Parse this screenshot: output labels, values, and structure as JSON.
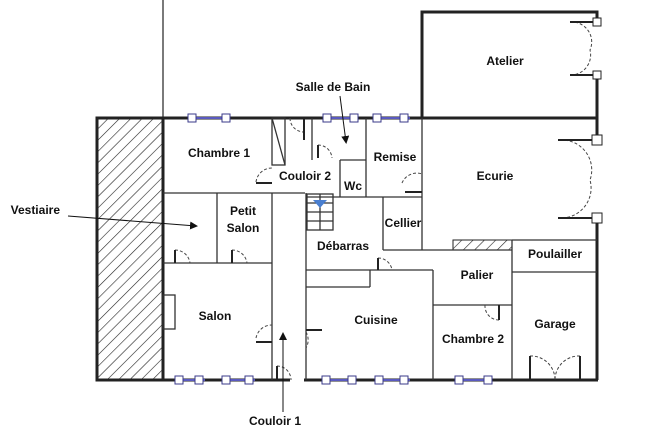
{
  "plan": {
    "rooms": {
      "atelier": "Atelier",
      "salle_de_bain": "Salle de Bain",
      "chambre1": "Chambre 1",
      "remise": "Remise",
      "couloir2": "Couloir 2",
      "wc": "Wc",
      "ecurie": "Ecurie",
      "vestiaire": "Vestiaire",
      "petit_salon_1": "Petit",
      "petit_salon_2": "Salon",
      "cellier": "Cellier",
      "debarras": "Débarras",
      "poulailler": "Poulailler",
      "palier": "Palier",
      "salon": "Salon",
      "cuisine": "Cuisine",
      "garage": "Garage",
      "chambre2": "Chambre 2",
      "couloir1": "Couloir 1"
    },
    "colors": {
      "wall": "#222222",
      "window": "#3a3a8a",
      "stair_arrow": "#4a7fd0"
    }
  }
}
